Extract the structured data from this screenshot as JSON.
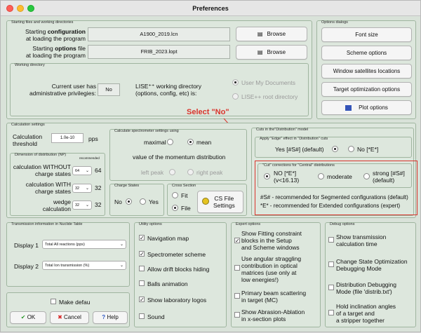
{
  "window": {
    "title": "Preferences"
  },
  "files": {
    "group_title": "Starting files and working directories",
    "config_label_pre": "Starting ",
    "config_label_bold": "configuration",
    "config_label_post": "at loading the program",
    "config_value": "A1900_2019.lcn",
    "options_label_pre": "Starting ",
    "options_label_bold": "options",
    "options_label_mid": " file",
    "options_label_post": "at loading the program",
    "options_value": "FRIB_2023.lopt",
    "browse_label": "Browse"
  },
  "workdir": {
    "group_title": "Working directory",
    "priv_label_1": "Current user has",
    "priv_label_2": "administrative privilegies:",
    "priv_value": "No",
    "lise_label_1": "LISE⁺⁺ working directory",
    "lise_label_2": "(options, config, etc) is:",
    "opt_mydocs": "User My Documents",
    "opt_root": "LISE++ root directory"
  },
  "dialogs": {
    "group_title": "Options dialogs",
    "font": "Font size",
    "scheme": "Scheme options",
    "satellites": "Window satellites locations",
    "target": "Target optimization options",
    "plot": "Plot options"
  },
  "annotation": {
    "select_no": "Select \"No\""
  },
  "calc": {
    "group_title": "Calculation settings",
    "threshold_label_1": "Calculation",
    "threshold_label_2": "threshold",
    "threshold_value": "1.0e-10",
    "threshold_unit": "pps",
    "dim_title": "Dimension of distribution (NP)",
    "recommended": "recommended",
    "without_1": "calculation WITHOUT",
    "without_2": "charge states",
    "without_value": "64",
    "without_rec": "64",
    "with_1": "calculation WITH",
    "with_2": "charge states",
    "with_value": "32",
    "with_rec": "32",
    "wedge_1": "wedge",
    "wedge_2": "calculation",
    "wedge_value": "32",
    "wedge_rec": "32"
  },
  "spectrometer": {
    "group_title": "Calculate spectrometer settings using",
    "maximal": "maximal",
    "mean": "mean",
    "momentum_text": "value of the momentum distribution",
    "left_peak": "left peak",
    "right_peak": "right peak"
  },
  "charge": {
    "group_title": "Charge States",
    "no": "No",
    "yes": "Yes"
  },
  "cross": {
    "group_title": "Cross Section",
    "fit": "Fit",
    "file": "File",
    "cs_btn_1": "CS File",
    "cs_btn_2": "Settings"
  },
  "cuts": {
    "group_title": "Cuts in the\"Distribution\" model",
    "edge_title": "Apply \"Edge\" effect in \"Distribution\" cuts",
    "edge_yes": "Yes [#S#] (default)",
    "edge_no": "No [*E*]",
    "central_title": "\"Cut\" corrections for \"Central\" distributions",
    "no_1": "NO [*E*]",
    "no_2": "(v<16.13)",
    "moderate": "moderate",
    "strong_1": "strong [#S#]",
    "strong_2": "(default)",
    "legend_s": "#S# - recommended for Segmented configurations (default)",
    "legend_e": "*E* - recommended for Extended configurations (expert)"
  },
  "transmission": {
    "group_title": "Transmission information in Nuclide Table",
    "display1_label": "Display 1",
    "display1_value": "Total All reactions  (pps)",
    "display2_label": "Display 2",
    "display2_value": "Total Ion transmission (%)"
  },
  "utility": {
    "group_title": "Utility options",
    "nav_map": "Navigation map",
    "spectro_scheme": "Spectrometer scheme",
    "drift_hiding": "Allow drift blocks hiding",
    "balls": "Balls animation",
    "lab_logos": "Show laboratory logos",
    "sound": "Sound"
  },
  "expert": {
    "group_title": "Expert options",
    "fit_1": "Show Fitting constraint",
    "fit_2": "blocks in the Setup",
    "fit_3": "and Scheme windows",
    "ang_1": "Use angular straggling",
    "ang_2": "contribution in optical",
    "ang_3": "matrices (use only at",
    "ang_4": "low energies!)",
    "beam_1": "Primary beam scattering",
    "beam_2": "in target (MC)",
    "abl_1": "Show Abrasion-Ablation",
    "abl_2": "in x-section plots"
  },
  "debug": {
    "group_title": "Debug options",
    "trans_1": "Show transmission",
    "trans_2": "calculation time",
    "cs_1": "Change State Optimization",
    "cs_2": "Debugging Mode",
    "dist_1": "Distribution Debugging",
    "dist_2": "Mode (file 'distrib.txt')",
    "hold_1": "Hold inclination angles",
    "hold_2": "of a target and",
    "hold_3": "a stripper together"
  },
  "footer": {
    "make_default": "Make defau",
    "ok": "OK",
    "cancel": "Cancel",
    "help": "Help"
  },
  "colors": {
    "annotation_red": "#d9332b",
    "ok_green": "#2e9a2e",
    "cancel_red": "#d62626",
    "help_blue": "#2a55c4"
  }
}
